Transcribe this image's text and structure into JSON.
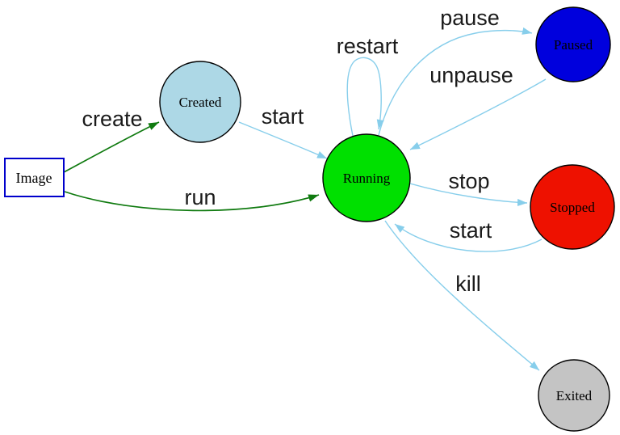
{
  "diagram": {
    "type": "state-diagram",
    "subject": "container lifecycle states",
    "colors": {
      "action_edge": "#87ceeb",
      "build_edge": "#0f7a0f",
      "image_border": "#0000cc"
    },
    "nodes": {
      "image": {
        "label": "Image",
        "shape": "rectangle",
        "fill": "#ffffff"
      },
      "created": {
        "label": "Created",
        "shape": "circle",
        "fill": "#add8e6"
      },
      "running": {
        "label": "Running",
        "shape": "circle",
        "fill": "#00e000"
      },
      "paused": {
        "label": "Paused",
        "shape": "circle",
        "fill": "#0000dd"
      },
      "stopped": {
        "label": "Stopped",
        "shape": "circle",
        "fill": "#ee1100"
      },
      "exited": {
        "label": "Exited",
        "shape": "circle",
        "fill": "#c4c4c4"
      }
    },
    "edges": {
      "create": {
        "label": "create",
        "from": "image",
        "to": "created"
      },
      "run": {
        "label": "run",
        "from": "image",
        "to": "running"
      },
      "start_created": {
        "label": "start",
        "from": "created",
        "to": "running"
      },
      "restart": {
        "label": "restart",
        "from": "running",
        "to": "running"
      },
      "pause": {
        "label": "pause",
        "from": "running",
        "to": "paused"
      },
      "unpause": {
        "label": "unpause",
        "from": "paused",
        "to": "running"
      },
      "stop": {
        "label": "stop",
        "from": "running",
        "to": "stopped"
      },
      "start_stopped": {
        "label": "start",
        "from": "stopped",
        "to": "running"
      },
      "kill": {
        "label": "kill",
        "from": "running",
        "to": "exited"
      }
    }
  }
}
